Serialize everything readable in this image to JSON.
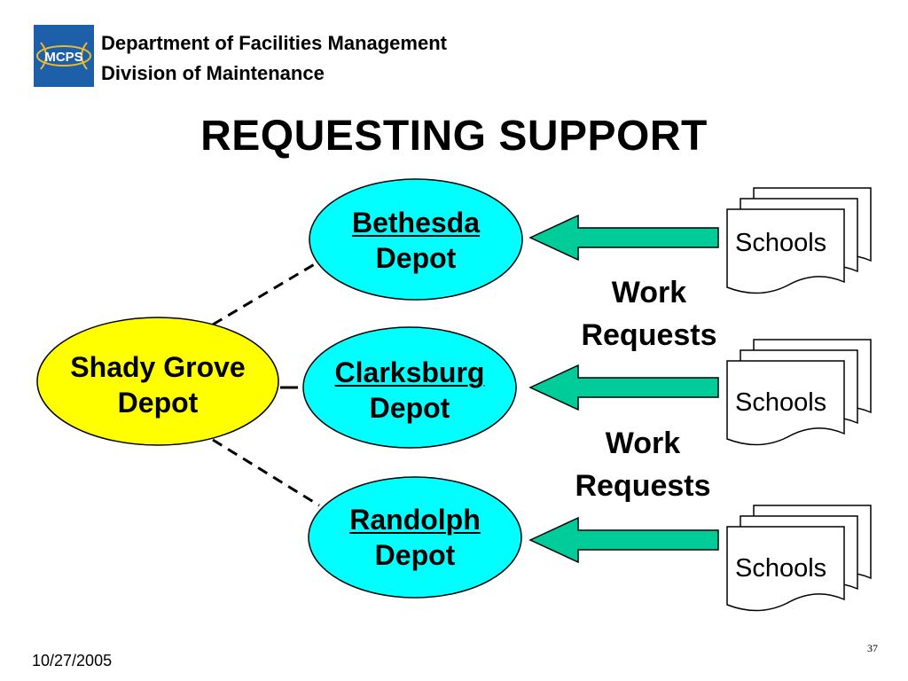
{
  "header": {
    "logo_text": "MCPS",
    "line1": "Department of Facilities Management",
    "line2": "Division of Maintenance"
  },
  "title": "REQUESTING SUPPORT",
  "diagram": {
    "hub": {
      "line1": "Shady Grove",
      "line2": "Depot",
      "color": "#ffff00"
    },
    "depots": [
      {
        "name": "Bethesda",
        "suffix": "Depot",
        "color": "#00ffff"
      },
      {
        "name": "Clarksburg",
        "suffix": "Depot",
        "color": "#00ffff"
      },
      {
        "name": "Randolph",
        "suffix": "Depot",
        "color": "#00ffff"
      }
    ],
    "arrow_color": "#00cc99",
    "work_requests": [
      {
        "line1": "Work",
        "line2": "Requests"
      },
      {
        "line1": "Work",
        "line2": "Requests"
      }
    ],
    "schools": [
      "Schools",
      "Schools",
      "Schools"
    ]
  },
  "footer": {
    "date": "10/27/2005",
    "page": "37"
  }
}
